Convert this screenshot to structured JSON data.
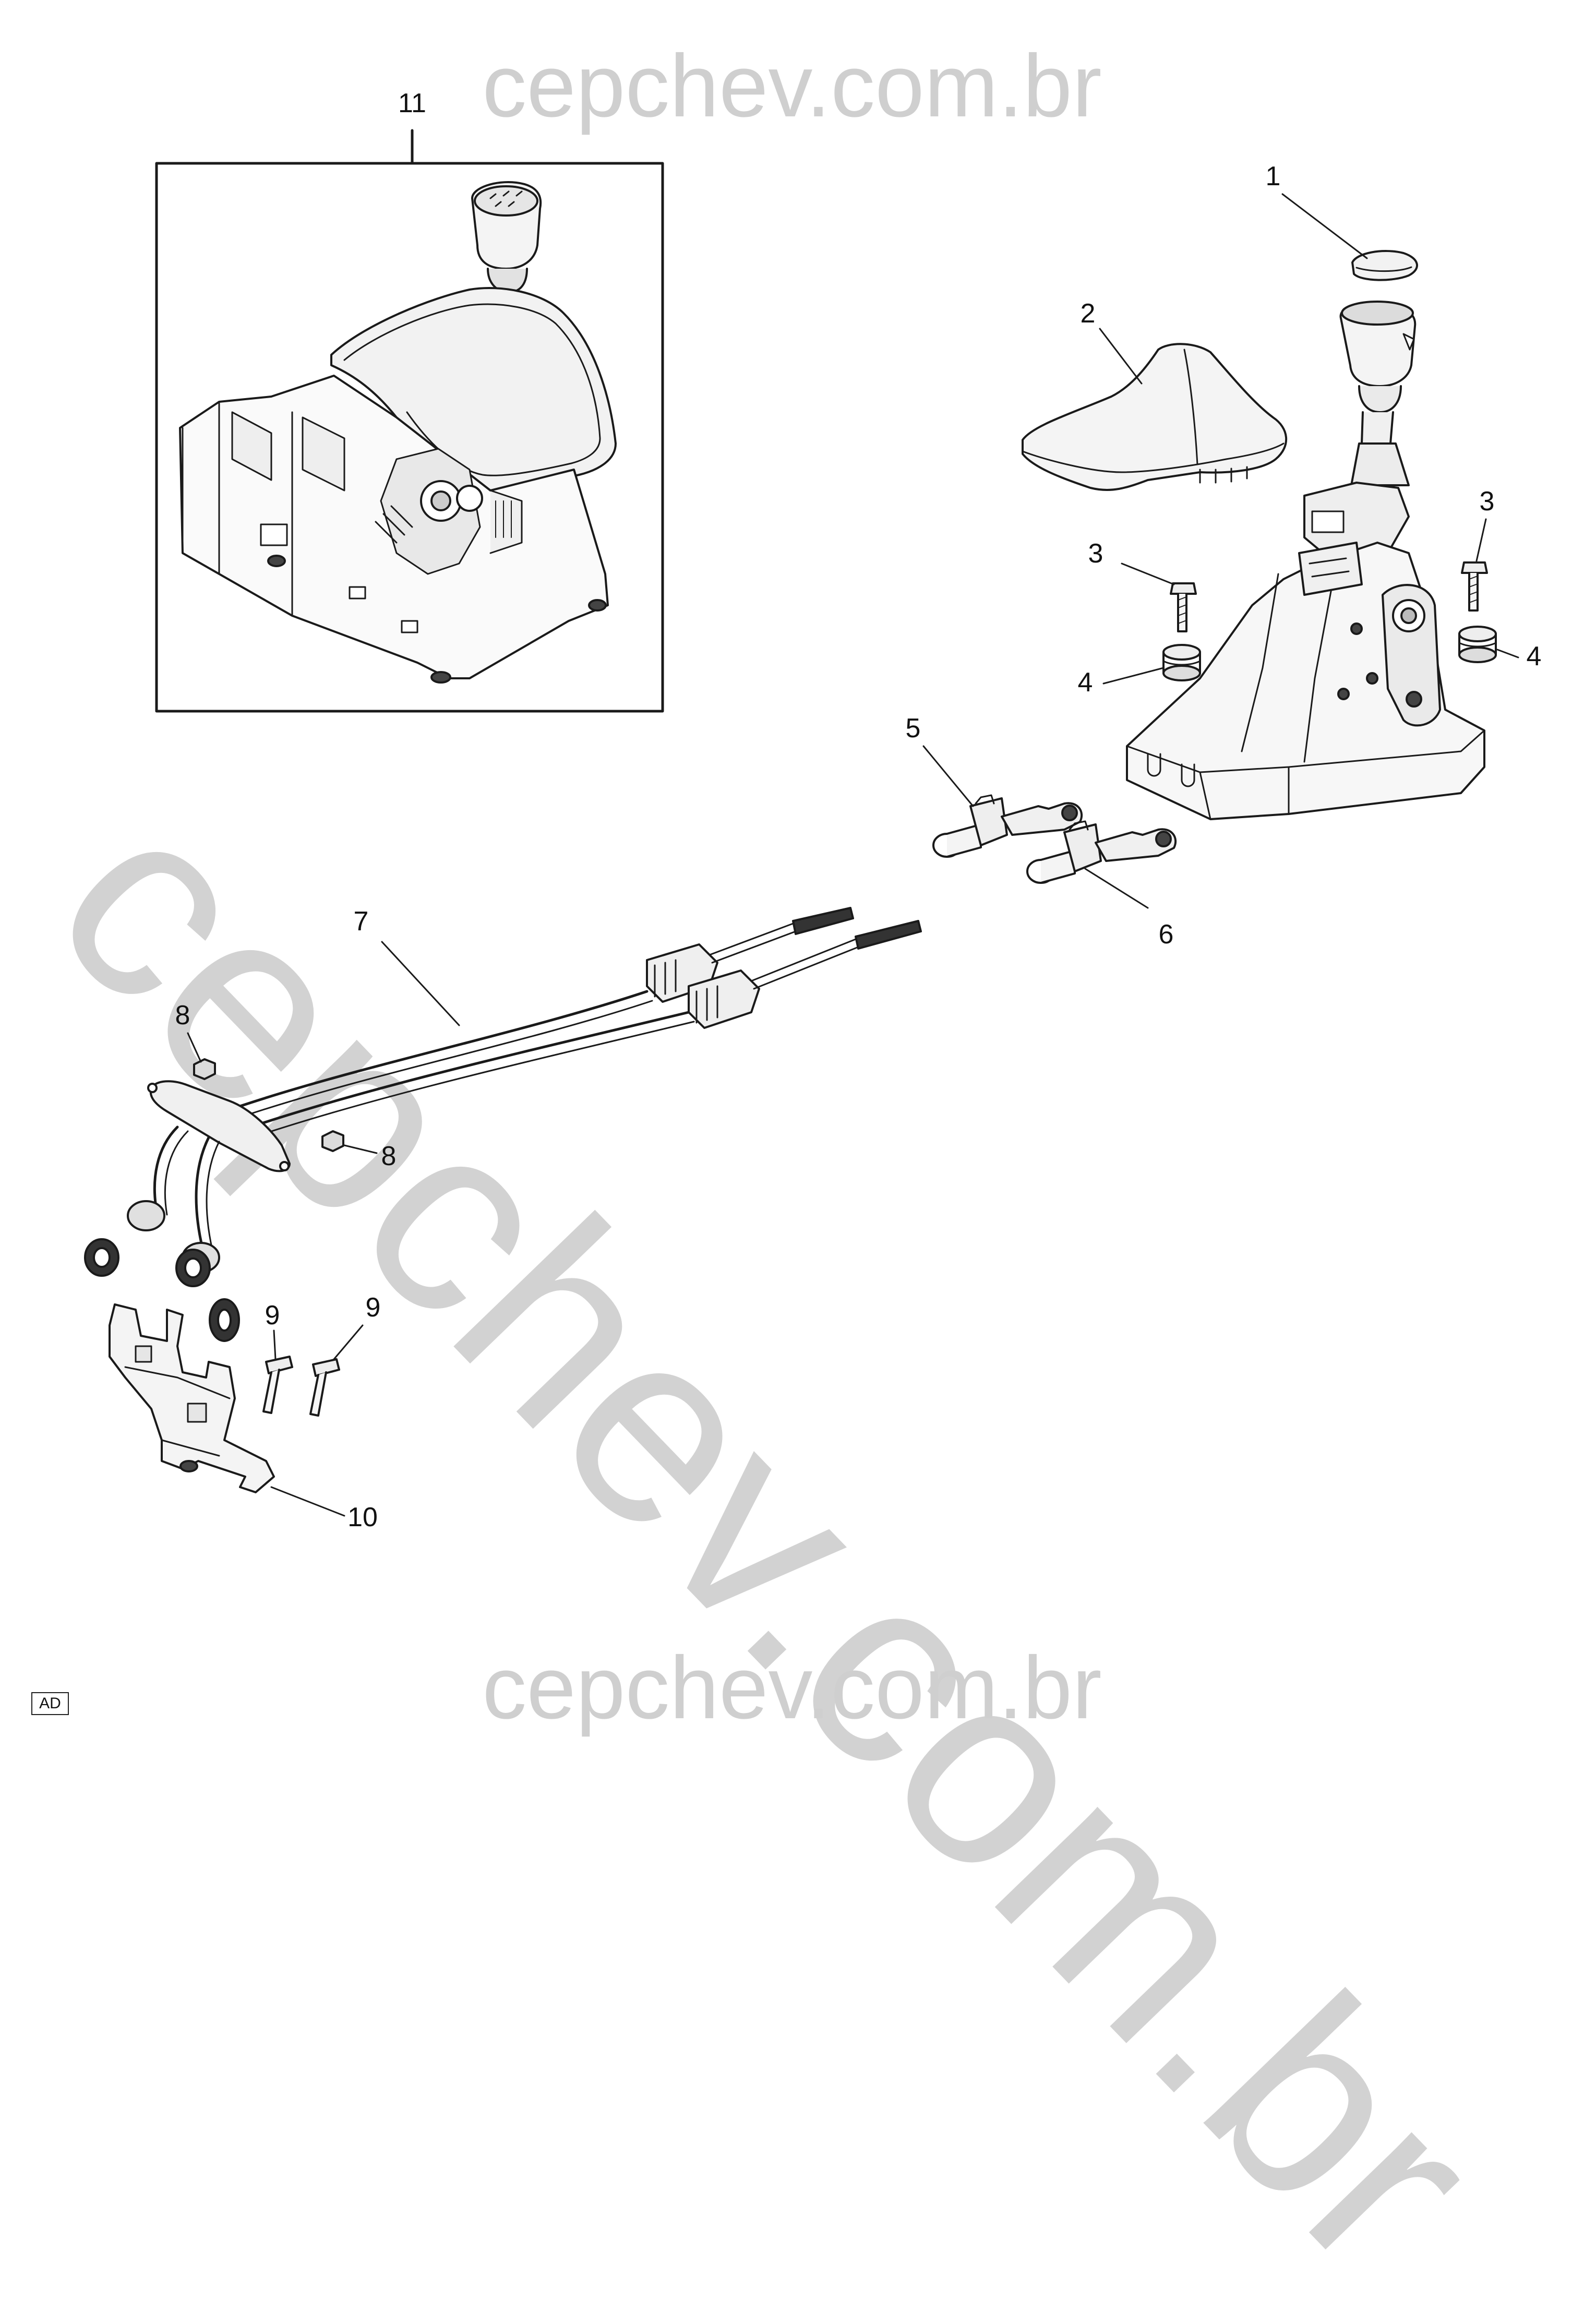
{
  "watermark": {
    "top": "cepchev.com.br",
    "diagonal": "cepchev.com.br",
    "bottom": "cepchev.com.br"
  },
  "callouts": {
    "c1": "1",
    "c2": "2",
    "c3a": "3",
    "c3b": "3",
    "c4a": "4",
    "c4b": "4",
    "c5": "5",
    "c6": "6",
    "c7": "7",
    "c8a": "8",
    "c8b": "8",
    "c9a": "9",
    "c9b": "9",
    "c10": "10",
    "c11": "11"
  },
  "ad_label": "AD"
}
